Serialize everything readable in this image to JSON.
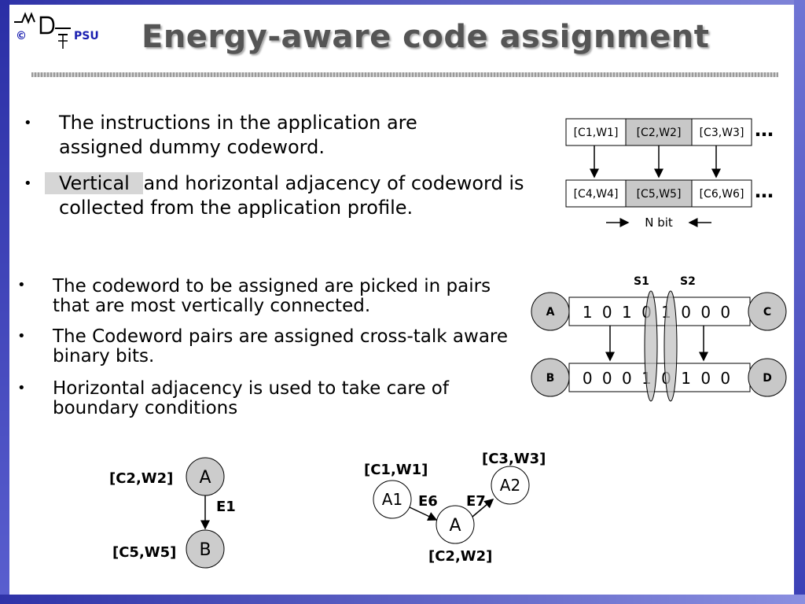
{
  "logo": {
    "copyright": "©",
    "org": "PSU",
    "mark": "MD"
  },
  "title": "Energy-aware code assignment",
  "bullets": [
    {
      "text": "The instructions in the application are assigned dummy codeword."
    },
    {
      "highlight": "Vertical ",
      "text": "and horizontal adjacency of codeword is collected from the application profile."
    },
    {
      "text": "The codeword to be assigned are picked in pairs that are most vertically connected."
    },
    {
      "text": "The Codeword pairs are assigned cross-talk aware binary bits."
    },
    {
      "text": "Horizontal adjacency is used to take care of boundary conditions"
    }
  ],
  "codeword_grid": {
    "row1": [
      "[C1,W1]",
      "[C2,W2]",
      "[C3,W3]"
    ],
    "row2": [
      "[C4,W4]",
      "[C5,W5]",
      "[C6,W6]"
    ],
    "ellipsis": "…",
    "width_label": "N bit"
  },
  "bit_diagram": {
    "labels": {
      "a": "A",
      "b": "B",
      "c": "C",
      "d": "D",
      "s1": "S1",
      "s2": "S2"
    },
    "row_a": "1 0 1 0 1 0 0 0",
    "row_b": "0 0 0 1 0 1 0 0"
  },
  "graph_small": {
    "node_a": "A",
    "node_b": "B",
    "label_a": "[C2,W2]",
    "label_b": "[C5,W5]",
    "edge": "E1"
  },
  "graph_large": {
    "node_a1": "A1",
    "node_a": "A",
    "node_a2": "A2",
    "label_a1": "[C1,W1]",
    "label_a": "[C2,W2]",
    "label_a2": "[C3,W3]",
    "edge_e6": "E6",
    "edge_e7": "E7"
  },
  "colors": {
    "frame": "#3b3fb0",
    "logo_blue": "#1a1fb0",
    "title_gray": "#555555",
    "cell_shade": "#c8c8c8",
    "node_shade": "#cccccc"
  }
}
